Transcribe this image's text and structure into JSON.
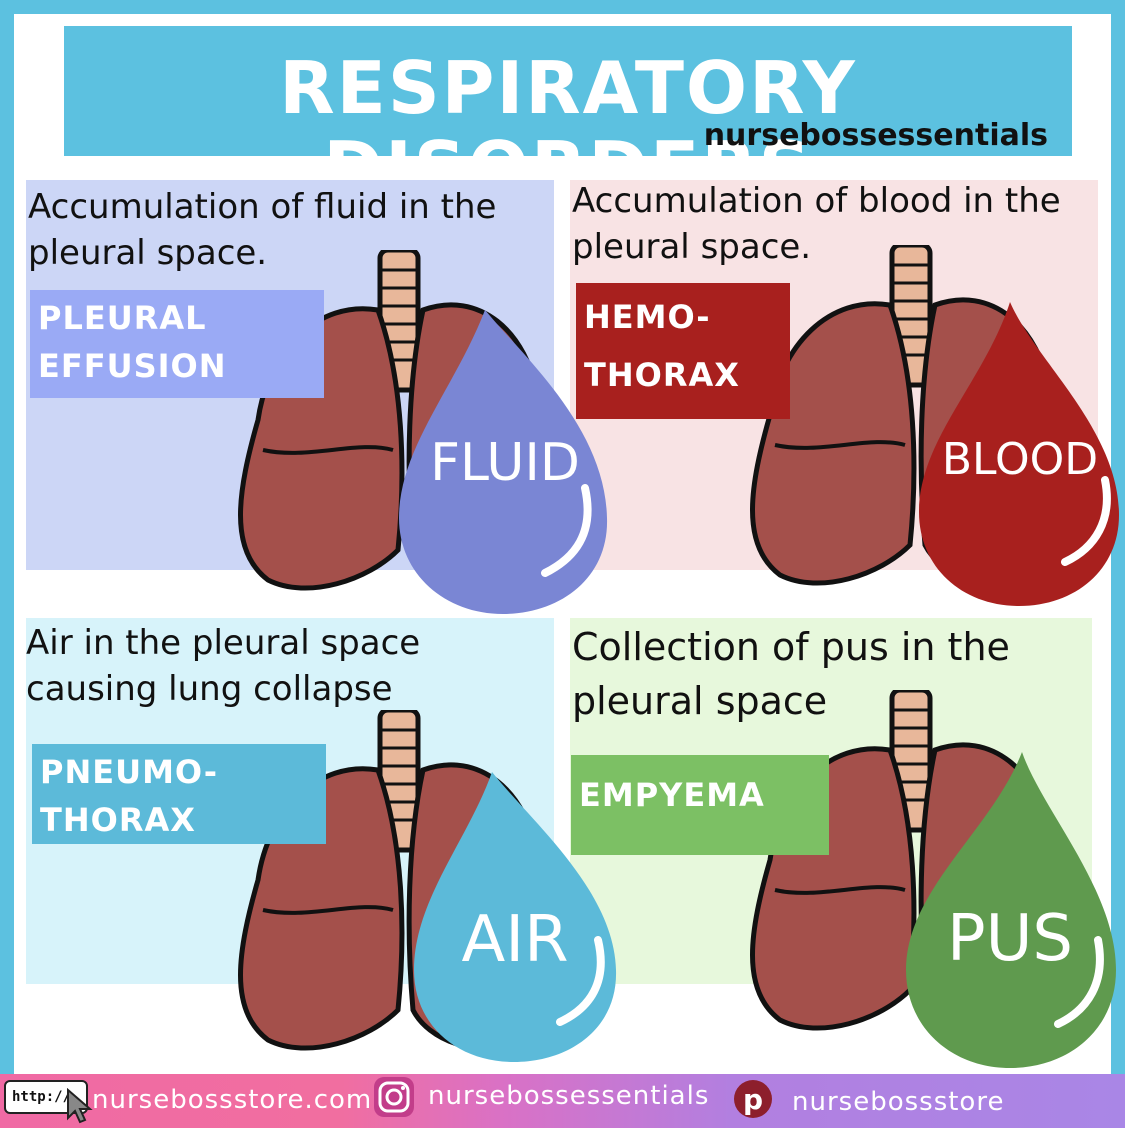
{
  "title": "RESPIRATORY DISORDERS",
  "brand": "nursebossessentials",
  "panels": [
    {
      "description": "Accumulation of fluid in the pleural space.",
      "label_line1": "PLEURAL",
      "label_line2": "EFFUSION",
      "drop_word": "FLUID",
      "drop_color": "#7a86d4",
      "panel_color": "#ccd6f6"
    },
    {
      "description": "Accumulation of blood in the pleural space.",
      "label_line1": "HEMO-",
      "label_line2": "THORAX",
      "drop_word": "BLOOD",
      "drop_color": "#a8201e",
      "panel_color": "#f8e3e4"
    },
    {
      "description": "Air in the pleural space causing lung collapse",
      "label_line1": "PNEUMO-",
      "label_line2": "THORAX",
      "drop_word": "AIR",
      "drop_color": "#5cbad9",
      "panel_color": "#d7f3fa"
    },
    {
      "description": "Collection of pus in the pleural space",
      "label_line1": "EMPYEMA",
      "label_line2": "",
      "drop_word": "PUS",
      "drop_color": "#5f9a4e",
      "panel_color": "#e7f8dc"
    }
  ],
  "footer": {
    "http_label": "http://",
    "website": "nursebossstore.com",
    "instagram": "nursebossessentials",
    "pinterest": "nursebossstore"
  },
  "colors": {
    "frame": "#5cc1e0",
    "lung": "#a4504b",
    "trachea": "#e8b79a"
  }
}
